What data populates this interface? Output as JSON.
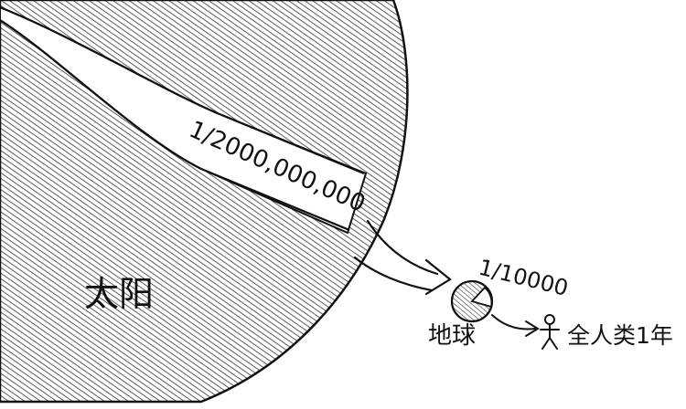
{
  "sun": {
    "label": "太阳"
  },
  "beam": {
    "fraction_label": "1/2000,000,000"
  },
  "earth": {
    "label": "地球",
    "fraction_label": "1/10000"
  },
  "humanity": {
    "label": "全人类1年"
  },
  "icons": {
    "person": "stick-figure-icon",
    "arrow": "curved-arrow-icon"
  },
  "colors": {
    "ink": "#111111",
    "paper": "#ffffff",
    "hatch": "#333333"
  }
}
